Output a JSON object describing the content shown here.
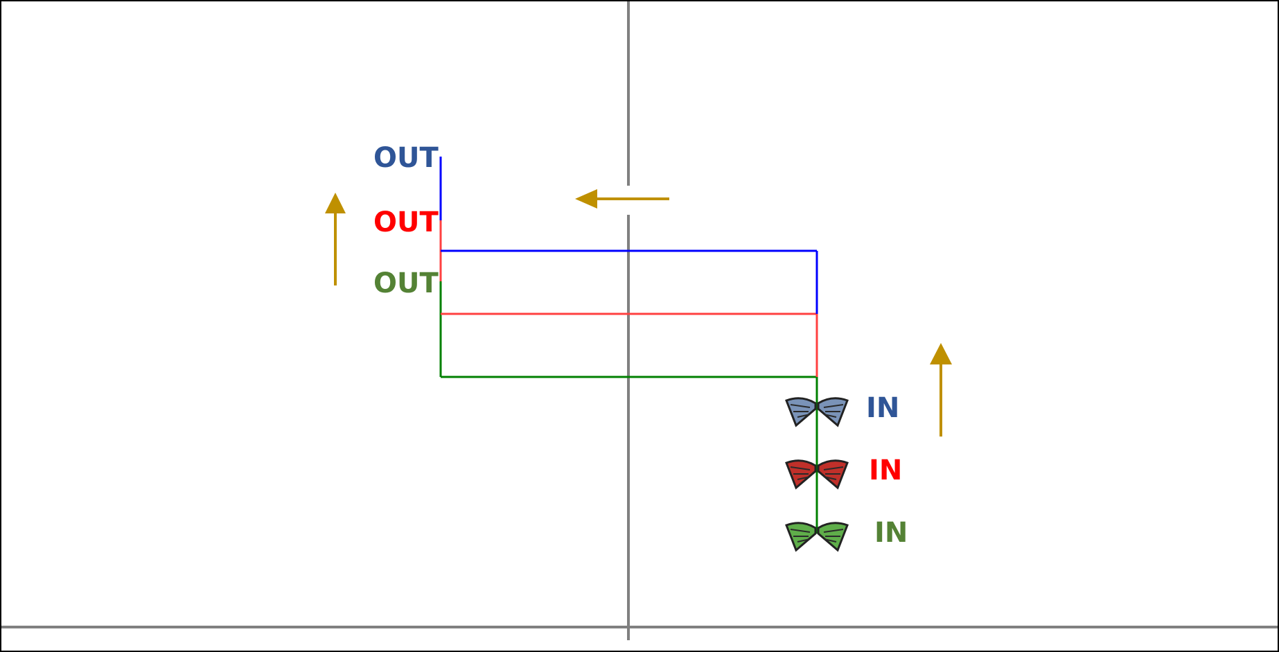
{
  "colors": {
    "blue_line": "#0000ff",
    "red_line": "#ff4040",
    "green_line": "#008000",
    "blue_label": "#2f5597",
    "red_label": "#ff0000",
    "green_label": "#548235",
    "arrow": "#bf9000",
    "axis": "#808080",
    "border": "#000000"
  },
  "outputs": [
    {
      "label": "OUT",
      "color": "blue"
    },
    {
      "label": "OUT",
      "color": "red"
    },
    {
      "label": "OUT",
      "color": "green"
    }
  ],
  "inputs": [
    {
      "label": "IN",
      "color": "blue",
      "icon": "blue-butterfly-icon"
    },
    {
      "label": "IN",
      "color": "red",
      "icon": "red-butterfly-icon"
    },
    {
      "label": "IN",
      "color": "green",
      "icon": "green-butterfly-icon"
    }
  ],
  "arrows": [
    {
      "name": "left-up-arrow",
      "direction": "up"
    },
    {
      "name": "top-left-arrow",
      "direction": "left"
    },
    {
      "name": "right-up-arrow",
      "direction": "up"
    }
  ]
}
